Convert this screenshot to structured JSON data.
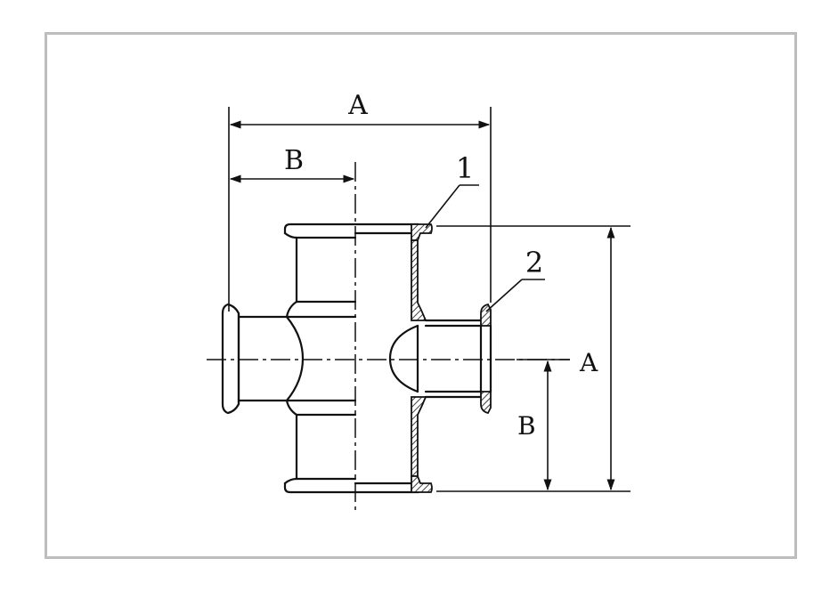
{
  "labels": {
    "dim_top_A": "A",
    "dim_top_B": "B",
    "part_1": "1",
    "part_2": "2",
    "dim_right_A": "A",
    "dim_right_B": "B"
  }
}
